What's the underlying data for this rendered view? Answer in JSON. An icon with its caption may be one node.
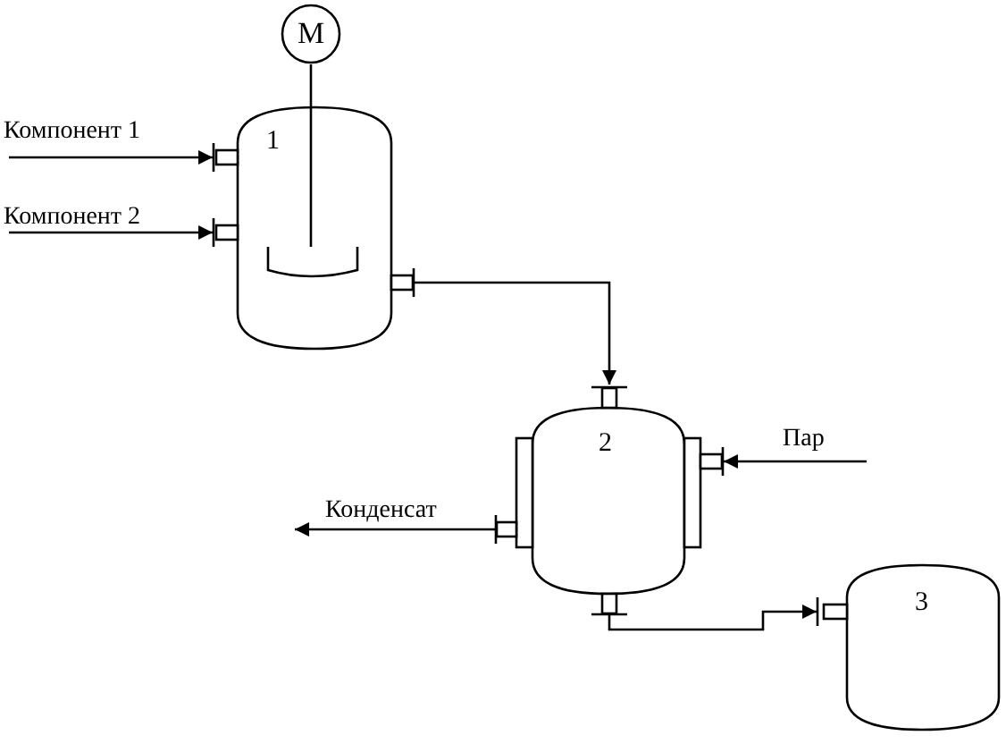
{
  "diagram": {
    "nodes": [
      {
        "text": [
          "1"
        ]
      },
      {
        "text": [
          "M"
        ]
      },
      {
        "text": [
          "2"
        ]
      },
      {
        "text": [
          "3"
        ]
      }
    ],
    "edges": [
      {
        "from": null,
        "to": 0,
        "arrow": "to",
        "label": "Компонент 1"
      },
      {
        "from": null,
        "to": 0,
        "arrow": "to",
        "label": "Компонент 2"
      },
      {
        "from": 1,
        "to": 0,
        "arrow": "none"
      },
      {
        "from": 0,
        "to": 2,
        "arrow": "to"
      },
      {
        "from": null,
        "to": 2,
        "arrow": "to",
        "label": "Пар"
      },
      {
        "from": 2,
        "to": null,
        "arrow": "to",
        "label": "Конденсат"
      },
      {
        "from": 2,
        "to": 3,
        "arrow": "to"
      }
    ]
  }
}
